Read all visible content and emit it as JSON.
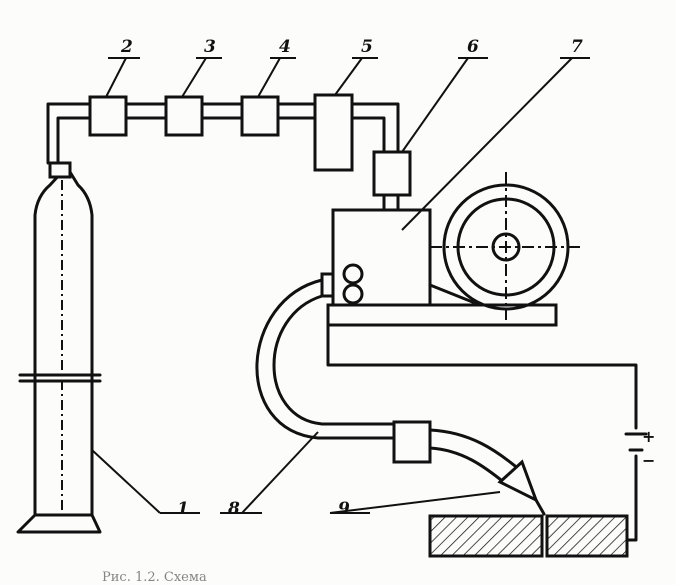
{
  "labels": {
    "n1": "1",
    "n2": "2",
    "n3": "3",
    "n4": "4",
    "n5": "5",
    "n6": "6",
    "n7": "7",
    "n8": "8",
    "n9": "9"
  },
  "polarity": {
    "plus": "+",
    "minus": "−"
  },
  "caption": "Рис. 1.2. Схема"
}
